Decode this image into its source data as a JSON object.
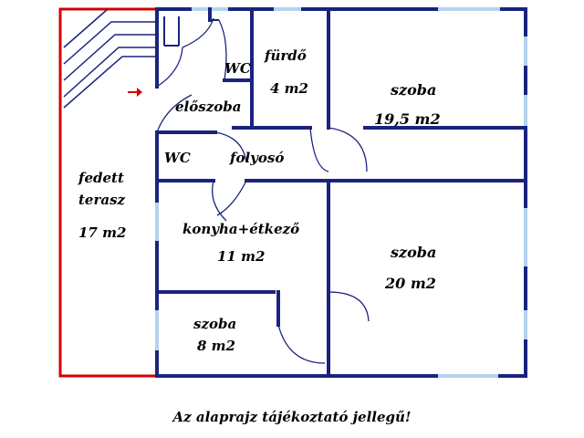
{
  "rooms": {
    "bathroom": {
      "name": "fürdő",
      "area": "4 m2"
    },
    "wc_top": {
      "name": "WC"
    },
    "entrance": {
      "name": "előszoba"
    },
    "wc_left": {
      "name": "WC"
    },
    "hallway": {
      "name": "folyosó"
    },
    "room_top_right": {
      "name": "szoba",
      "area": "19,5 m2"
    },
    "terrace": {
      "name_line1": "fedett",
      "name_line2": "terasz",
      "area": "17 m2"
    },
    "kitchen": {
      "name": "konyha+étkező",
      "area": "11 m2"
    },
    "room_bottom_right": {
      "name": "szoba",
      "area": "20 m2"
    },
    "room_small": {
      "name": "szoba",
      "area": "8 m2"
    }
  },
  "note": "Az alaprajz tájékoztató jellegű!",
  "colors": {
    "wall": "#1a237e",
    "window": "#b3d4f0",
    "terrace": "#d50000"
  }
}
